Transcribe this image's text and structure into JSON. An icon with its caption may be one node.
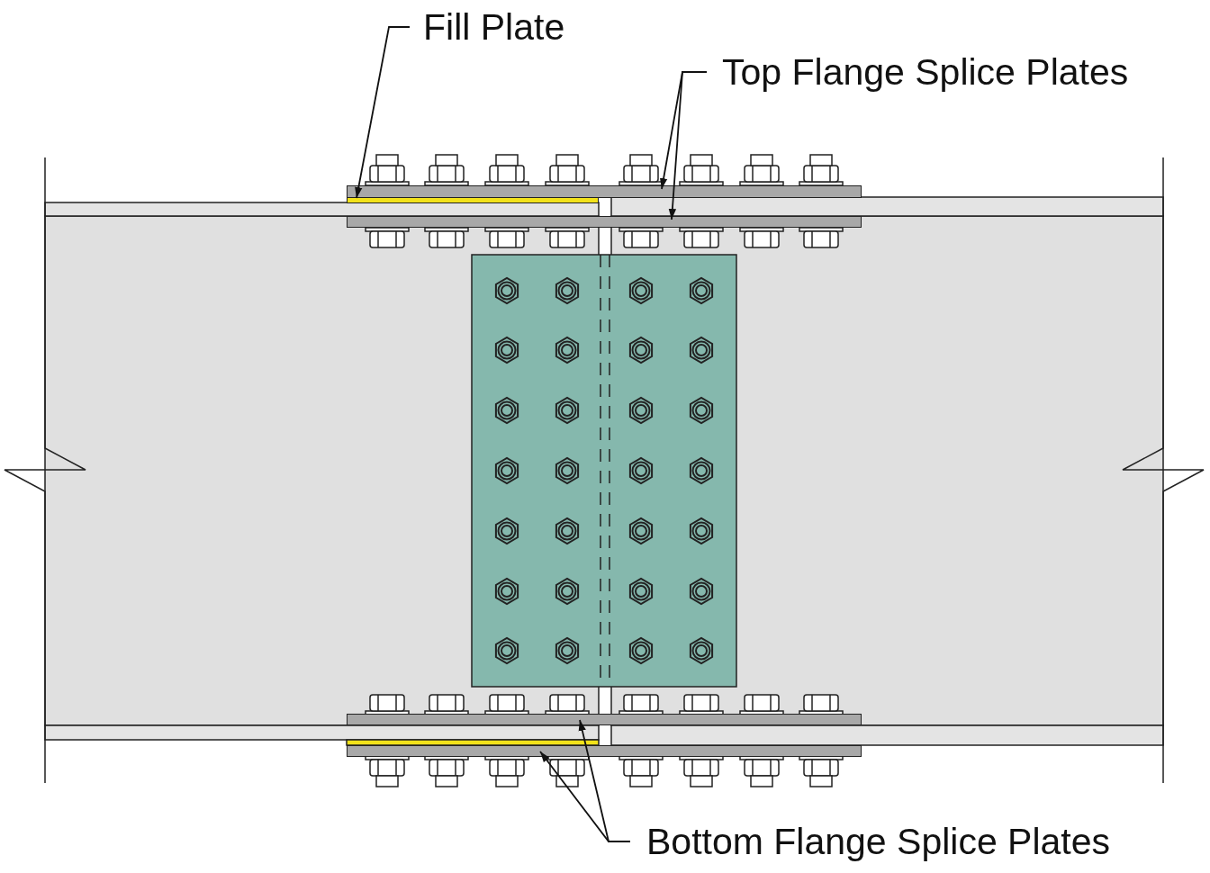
{
  "diagram": {
    "nodes": [
      {
        "text": [
          "Fill Plate"
        ]
      },
      {
        "text": [],
        "shape": "bar"
      },
      {
        "text": [
          "Top Flange Splice Plates"
        ]
      },
      {
        "text": [],
        "shape": "bar"
      },
      {
        "text": [],
        "shape": "bar"
      },
      {
        "text": [
          "Bottom Flange Splice Plates"
        ]
      },
      {
        "text": [],
        "shape": "bar"
      },
      {
        "text": [],
        "shape": "bar"
      }
    ],
    "edges": [
      {
        "from": 0,
        "to": 1,
        "arrow": "to"
      },
      {
        "from": 2,
        "to": 3,
        "arrow": "to"
      },
      {
        "from": 2,
        "to": 4,
        "arrow": "to"
      },
      {
        "from": 5,
        "to": 6,
        "arrow": "to"
      },
      {
        "from": 5,
        "to": 7,
        "arrow": "to"
      }
    ]
  }
}
